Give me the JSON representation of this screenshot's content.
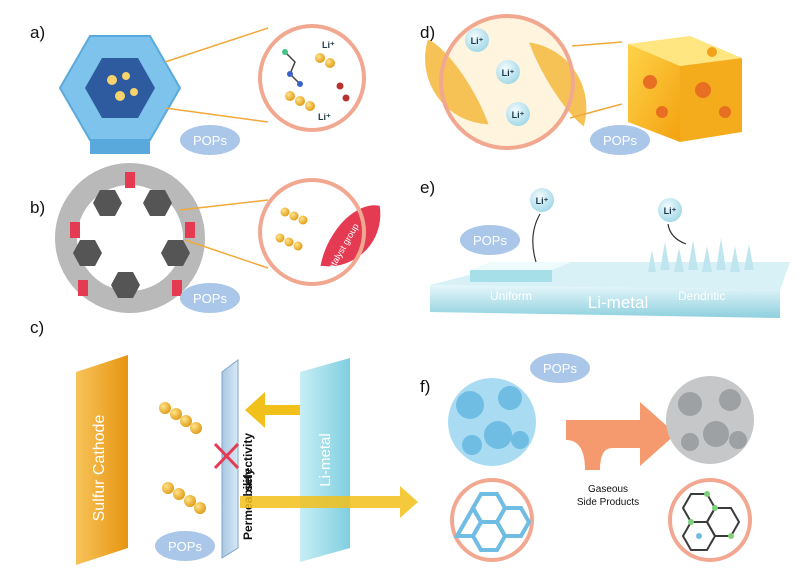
{
  "panels": {
    "a": {
      "label": "a)",
      "pops": "POPs",
      "ion": "Li⁺"
    },
    "b": {
      "label": "b)",
      "pops": "POPs",
      "catalyst": "Catalyst group"
    },
    "c": {
      "label": "c)",
      "pops": "POPs",
      "cathode": "Sulfur Cathode",
      "anode": "Li-metal",
      "selectivity": "selectivity",
      "permeability": "Permeability"
    },
    "d": {
      "label": "d)",
      "pops": "POPs",
      "ion": "Li⁺"
    },
    "e": {
      "label": "e)",
      "pops": "POPs",
      "ion": "Li⁺",
      "uniform": "Uniform",
      "metal": "Li-metal",
      "dendritic": "Dendritic"
    },
    "f": {
      "label": "f)",
      "pops": "POPs",
      "side_products_line1": "Gaseous",
      "side_products_line2": "Side Products"
    }
  },
  "colors": {
    "pops_badge": "#aac6e8",
    "cathode": "#f2a623",
    "li_metal": "#9fdbe7",
    "catalyst": "#e43a52",
    "arrow": "#f2c01a",
    "conversion_arrow": "#f59a6e"
  }
}
